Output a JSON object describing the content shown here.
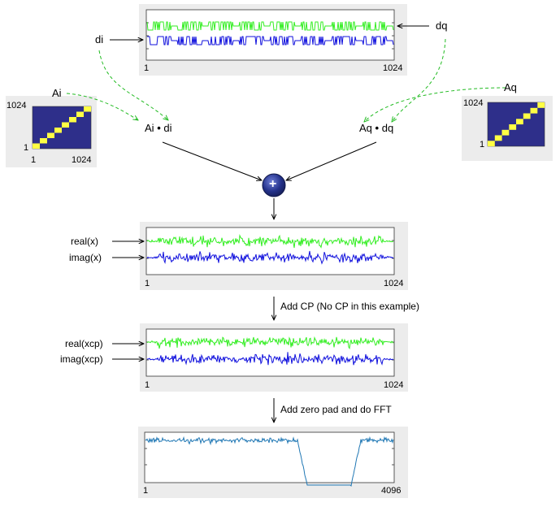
{
  "top_panel": {
    "x_start": "1",
    "x_end": "1024"
  },
  "signals": {
    "di": "di",
    "dq": "dq",
    "Ai": "Ai",
    "Aq": "Aq"
  },
  "matrix_left": {
    "y_top": "1024",
    "y_bottom": "1",
    "x_start": "1",
    "x_end": "1024"
  },
  "matrix_right": {
    "y_top": "1024",
    "y_bottom": "1"
  },
  "products": {
    "left_a": "Ai",
    "left_b": "di",
    "right_a": "Aq",
    "right_b": "dq"
  },
  "sum_symbol": "+",
  "panel_x": {
    "real_label": "real(x)",
    "imag_label": "imag(x)",
    "x_start": "1",
    "x_end": "1024"
  },
  "step_cp": "Add CP (No CP in this example)",
  "panel_xcp": {
    "real_label": "real(xcp)",
    "imag_label": "imag(xcp)",
    "x_start": "1",
    "x_end": "1024"
  },
  "step_fft": "Add zero pad and do FFT",
  "panel_fft": {
    "x_start": "1",
    "x_end": "4096"
  },
  "colors": {
    "green": "#33ee22",
    "blue": "#1010dd",
    "fft": "#1f77b4",
    "dashed": "#22bb22",
    "matrix_bg": "#2e2f8a",
    "matrix_diag": "#ffff44",
    "panel_bg": "#ececec",
    "sum_node": "#23318a"
  }
}
